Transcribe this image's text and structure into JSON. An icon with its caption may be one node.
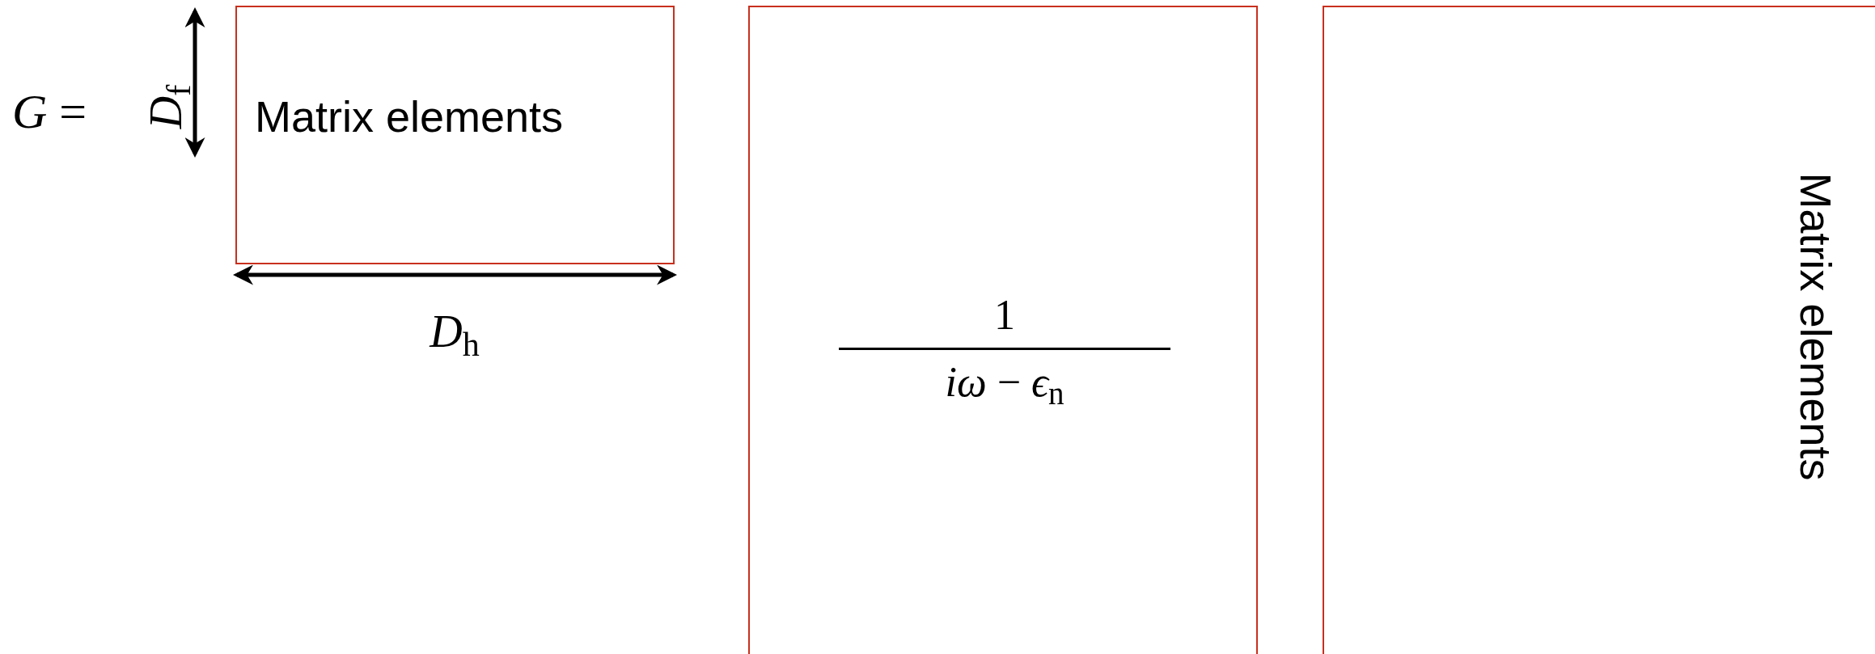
{
  "diagram": {
    "nodes": [
      {
        "text": [
          "Matrix elements"
        ]
      },
      {
        "text": [
          "1",
          "*iω* − *ϵ*$_{n}$"
        ]
      },
      {
        "text": [
          "Matrix elements"
        ]
      }
    ],
    "labels": [
      "*G* =",
      "*D*$_{f}$",
      "*D*$_{h}$"
    ]
  }
}
